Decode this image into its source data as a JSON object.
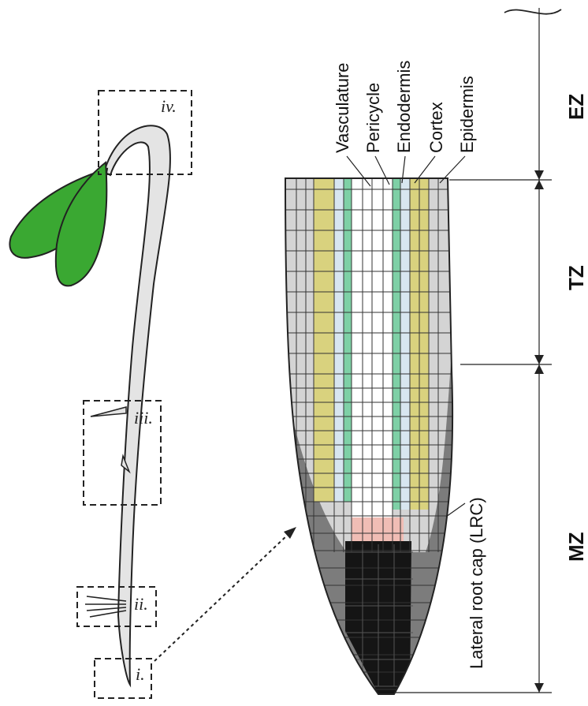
{
  "seedling": {
    "box_labels": [
      "i.",
      "ii.",
      "iii.",
      "iv."
    ]
  },
  "tissues": [
    "Vasculature",
    "Pericycle",
    "Endodermis",
    "Cortex",
    "Epidermis"
  ],
  "zones": [
    "EZ",
    "TZ",
    "MZ"
  ],
  "lateral_root_cap": "Lateral root cap (LRC)",
  "colors": {
    "leaf": "#3aa832",
    "hypocotyl": "#e4e4e4",
    "vasculature": "#ffffff",
    "pericycle": "#7ed0a6",
    "endodermis": "#d8e6f0",
    "cortex": "#d9d27e",
    "epidermis": "#d4d4d4",
    "lrc": "#7c7c7c",
    "qc": "#f0bdb5",
    "columella": "#151515"
  }
}
